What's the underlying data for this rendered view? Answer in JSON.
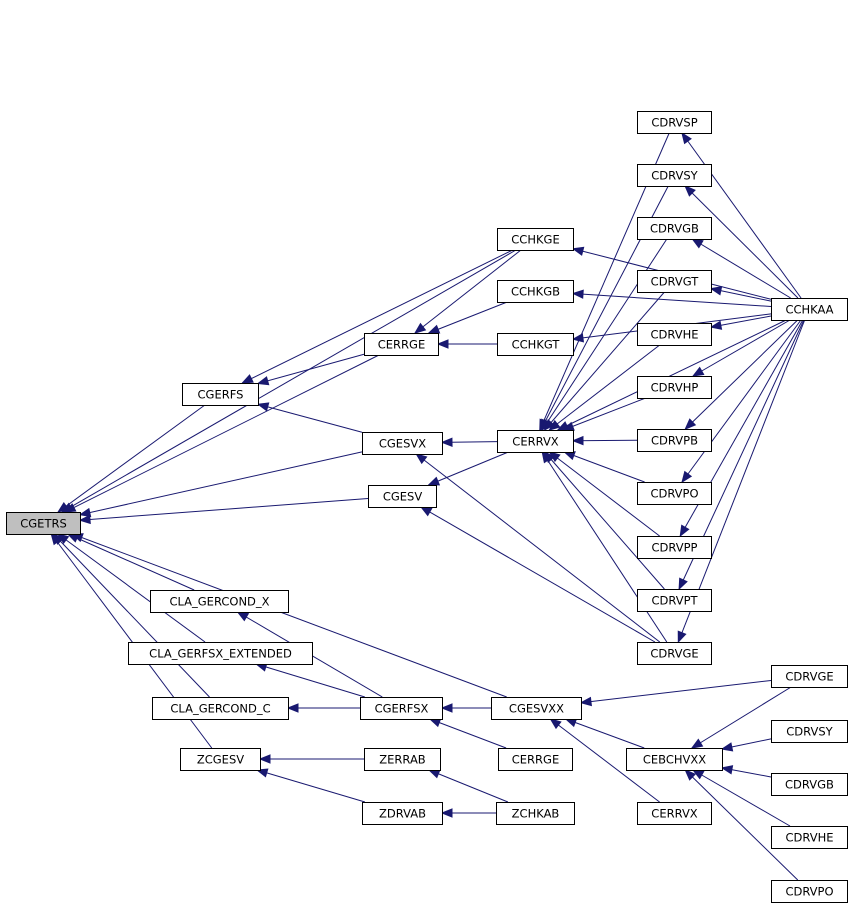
{
  "diagram": {
    "nodes": [
      {
        "id": "cgetrs",
        "label": "CGETRS",
        "root": true
      },
      {
        "id": "cgerfs",
        "label": "CGERFS"
      },
      {
        "id": "cla_gercond_x",
        "label": "CLA_GERCOND_X"
      },
      {
        "id": "cla_gerfsx_extended",
        "label": "CLA_GERFSX_EXTENDED"
      },
      {
        "id": "cla_gercond_c",
        "label": "CLA_GERCOND_C"
      },
      {
        "id": "zcgesv",
        "label": "ZCGESV"
      },
      {
        "id": "cerrge",
        "label": "CERRGE"
      },
      {
        "id": "cgesvx",
        "label": "CGESVX"
      },
      {
        "id": "cgesv",
        "label": "CGESV"
      },
      {
        "id": "cgerfsx",
        "label": "CGERFSX"
      },
      {
        "id": "zerrab",
        "label": "ZERRAB"
      },
      {
        "id": "zdrvab",
        "label": "ZDRVAB"
      },
      {
        "id": "cchkge",
        "label": "CCHKGE"
      },
      {
        "id": "cchkgb",
        "label": "CCHKGB"
      },
      {
        "id": "cchkgt",
        "label": "CCHKGT"
      },
      {
        "id": "cerrvx",
        "label": "CERRVX"
      },
      {
        "id": "cgesvxx",
        "label": "CGESVXX"
      },
      {
        "id": "cerrge2",
        "label": "CERRGE"
      },
      {
        "id": "zchkab",
        "label": "ZCHKAB"
      },
      {
        "id": "cdrvsp",
        "label": "CDRVSP"
      },
      {
        "id": "cdrvsy",
        "label": "CDRVSY"
      },
      {
        "id": "cdrvgb",
        "label": "CDRVGB"
      },
      {
        "id": "cdrvgt",
        "label": "CDRVGT"
      },
      {
        "id": "cdrvhe",
        "label": "CDRVHE"
      },
      {
        "id": "cdrvhp",
        "label": "CDRVHP"
      },
      {
        "id": "cdrvpb",
        "label": "CDRVPB"
      },
      {
        "id": "cdrvpo",
        "label": "CDRVPO"
      },
      {
        "id": "cdrvpp",
        "label": "CDRVPP"
      },
      {
        "id": "cdrvpt",
        "label": "CDRVPT"
      },
      {
        "id": "cdrvge",
        "label": "CDRVGE"
      },
      {
        "id": "cebchvxx",
        "label": "CEBCHVXX"
      },
      {
        "id": "cerrvx2",
        "label": "CERRVX"
      },
      {
        "id": "cchkaa",
        "label": "CCHKAA"
      },
      {
        "id": "cdrvge2",
        "label": "CDRVGE"
      },
      {
        "id": "cdrvsy2",
        "label": "CDRVSY"
      },
      {
        "id": "cdrvgb2",
        "label": "CDRVGB"
      },
      {
        "id": "cdrvhe2",
        "label": "CDRVHE"
      },
      {
        "id": "cdrvpo2",
        "label": "CDRVPO"
      }
    ],
    "edges": [
      [
        "cgerfs",
        "cgetrs"
      ],
      [
        "cla_gercond_x",
        "cgetrs"
      ],
      [
        "cla_gerfsx_extended",
        "cgetrs"
      ],
      [
        "cla_gercond_c",
        "cgetrs"
      ],
      [
        "zcgesv",
        "cgetrs"
      ],
      [
        "cerrge",
        "cgetrs"
      ],
      [
        "cgesvx",
        "cgetrs"
      ],
      [
        "cgesv",
        "cgetrs"
      ],
      [
        "cchkge",
        "cgetrs"
      ],
      [
        "cgesvxx",
        "cgetrs"
      ],
      [
        "cerrge",
        "cgerfs"
      ],
      [
        "cgesvx",
        "cgerfs"
      ],
      [
        "cchkge",
        "cgerfs"
      ],
      [
        "cchkge",
        "cerrge"
      ],
      [
        "cchkgb",
        "cerrge"
      ],
      [
        "cchkgt",
        "cerrge"
      ],
      [
        "cerrvx",
        "cgesvx"
      ],
      [
        "cdrvge",
        "cgesvx"
      ],
      [
        "cerrvx",
        "cgesv"
      ],
      [
        "cdrvge",
        "cgesv"
      ],
      [
        "cgerfsx",
        "cla_gercond_x"
      ],
      [
        "cgerfsx",
        "cla_gerfsx_extended"
      ],
      [
        "cgerfsx",
        "cla_gercond_c"
      ],
      [
        "cgesvxx",
        "cgerfsx"
      ],
      [
        "cerrge2",
        "cgerfsx"
      ],
      [
        "zerrab",
        "zcgesv"
      ],
      [
        "zdrvab",
        "zcgesv"
      ],
      [
        "zchkab",
        "zerrab"
      ],
      [
        "zchkab",
        "zdrvab"
      ],
      [
        "cchkaa",
        "cchkge"
      ],
      [
        "cchkaa",
        "cchkgb"
      ],
      [
        "cchkaa",
        "cchkgt"
      ],
      [
        "cdrvsp",
        "cerrvx"
      ],
      [
        "cdrvsy",
        "cerrvx"
      ],
      [
        "cdrvgb",
        "cerrvx"
      ],
      [
        "cdrvgt",
        "cerrvx"
      ],
      [
        "cdrvhe",
        "cerrvx"
      ],
      [
        "cdrvhp",
        "cerrvx"
      ],
      [
        "cdrvpb",
        "cerrvx"
      ],
      [
        "cdrvpo",
        "cerrvx"
      ],
      [
        "cdrvpp",
        "cerrvx"
      ],
      [
        "cdrvpt",
        "cerrvx"
      ],
      [
        "cdrvge",
        "cerrvx"
      ],
      [
        "cchkaa",
        "cerrvx"
      ],
      [
        "cchkaa",
        "cdrvsp"
      ],
      [
        "cchkaa",
        "cdrvsy"
      ],
      [
        "cchkaa",
        "cdrvgb"
      ],
      [
        "cchkaa",
        "cdrvgt"
      ],
      [
        "cchkaa",
        "cdrvhe"
      ],
      [
        "cchkaa",
        "cdrvhp"
      ],
      [
        "cchkaa",
        "cdrvpb"
      ],
      [
        "cchkaa",
        "cdrvpo"
      ],
      [
        "cchkaa",
        "cdrvpp"
      ],
      [
        "cchkaa",
        "cdrvpt"
      ],
      [
        "cchkaa",
        "cdrvge"
      ],
      [
        "cdrvge2",
        "cgesvxx"
      ],
      [
        "cebchvxx",
        "cgesvxx"
      ],
      [
        "cerrvx2",
        "cgesvxx"
      ],
      [
        "cdrvge2",
        "cebchvxx"
      ],
      [
        "cdrvsy2",
        "cebchvxx"
      ],
      [
        "cdrvgb2",
        "cebchvxx"
      ],
      [
        "cdrvhe2",
        "cebchvxx"
      ],
      [
        "cdrvpo2",
        "cebchvxx"
      ]
    ]
  }
}
